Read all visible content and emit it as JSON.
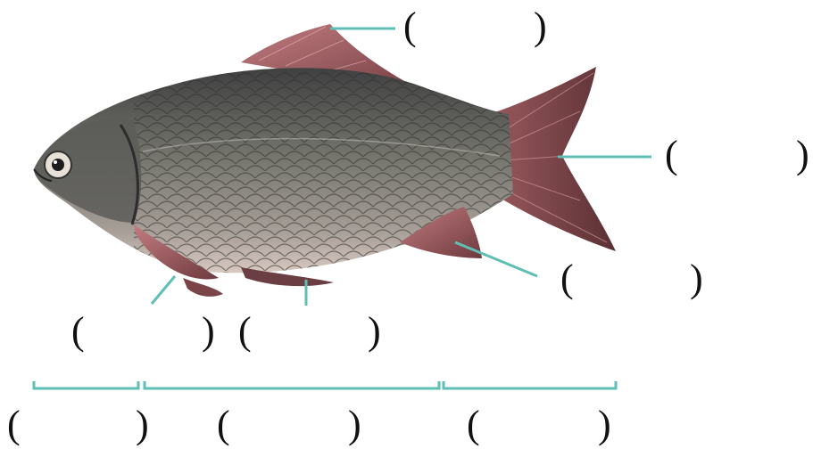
{
  "diagram": {
    "subject": "fish-icon",
    "colors": {
      "leader": "#5fbfb5",
      "body_dark": "#4a4a4a",
      "body_mid": "#7a7a72",
      "belly": "#d9c9c2",
      "fin": "#8a4a4e",
      "fin_light": "#c07a7e",
      "text": "#111111"
    },
    "blanks": [
      {
        "id": "dorsal-fin",
        "open": "(",
        "close": ")"
      },
      {
        "id": "tail-fin",
        "open": "(",
        "close": ")"
      },
      {
        "id": "anal-fin",
        "open": "(",
        "close": ")"
      },
      {
        "id": "pectoral-fin",
        "open": "(",
        "close": ")"
      },
      {
        "id": "pelvic-fin",
        "open": "(",
        "close": ")"
      },
      {
        "id": "head-section",
        "open": "(",
        "close": ")"
      },
      {
        "id": "trunk-section",
        "open": "(",
        "close": ")"
      },
      {
        "id": "tail-section",
        "open": "(",
        "close": ")"
      }
    ]
  }
}
